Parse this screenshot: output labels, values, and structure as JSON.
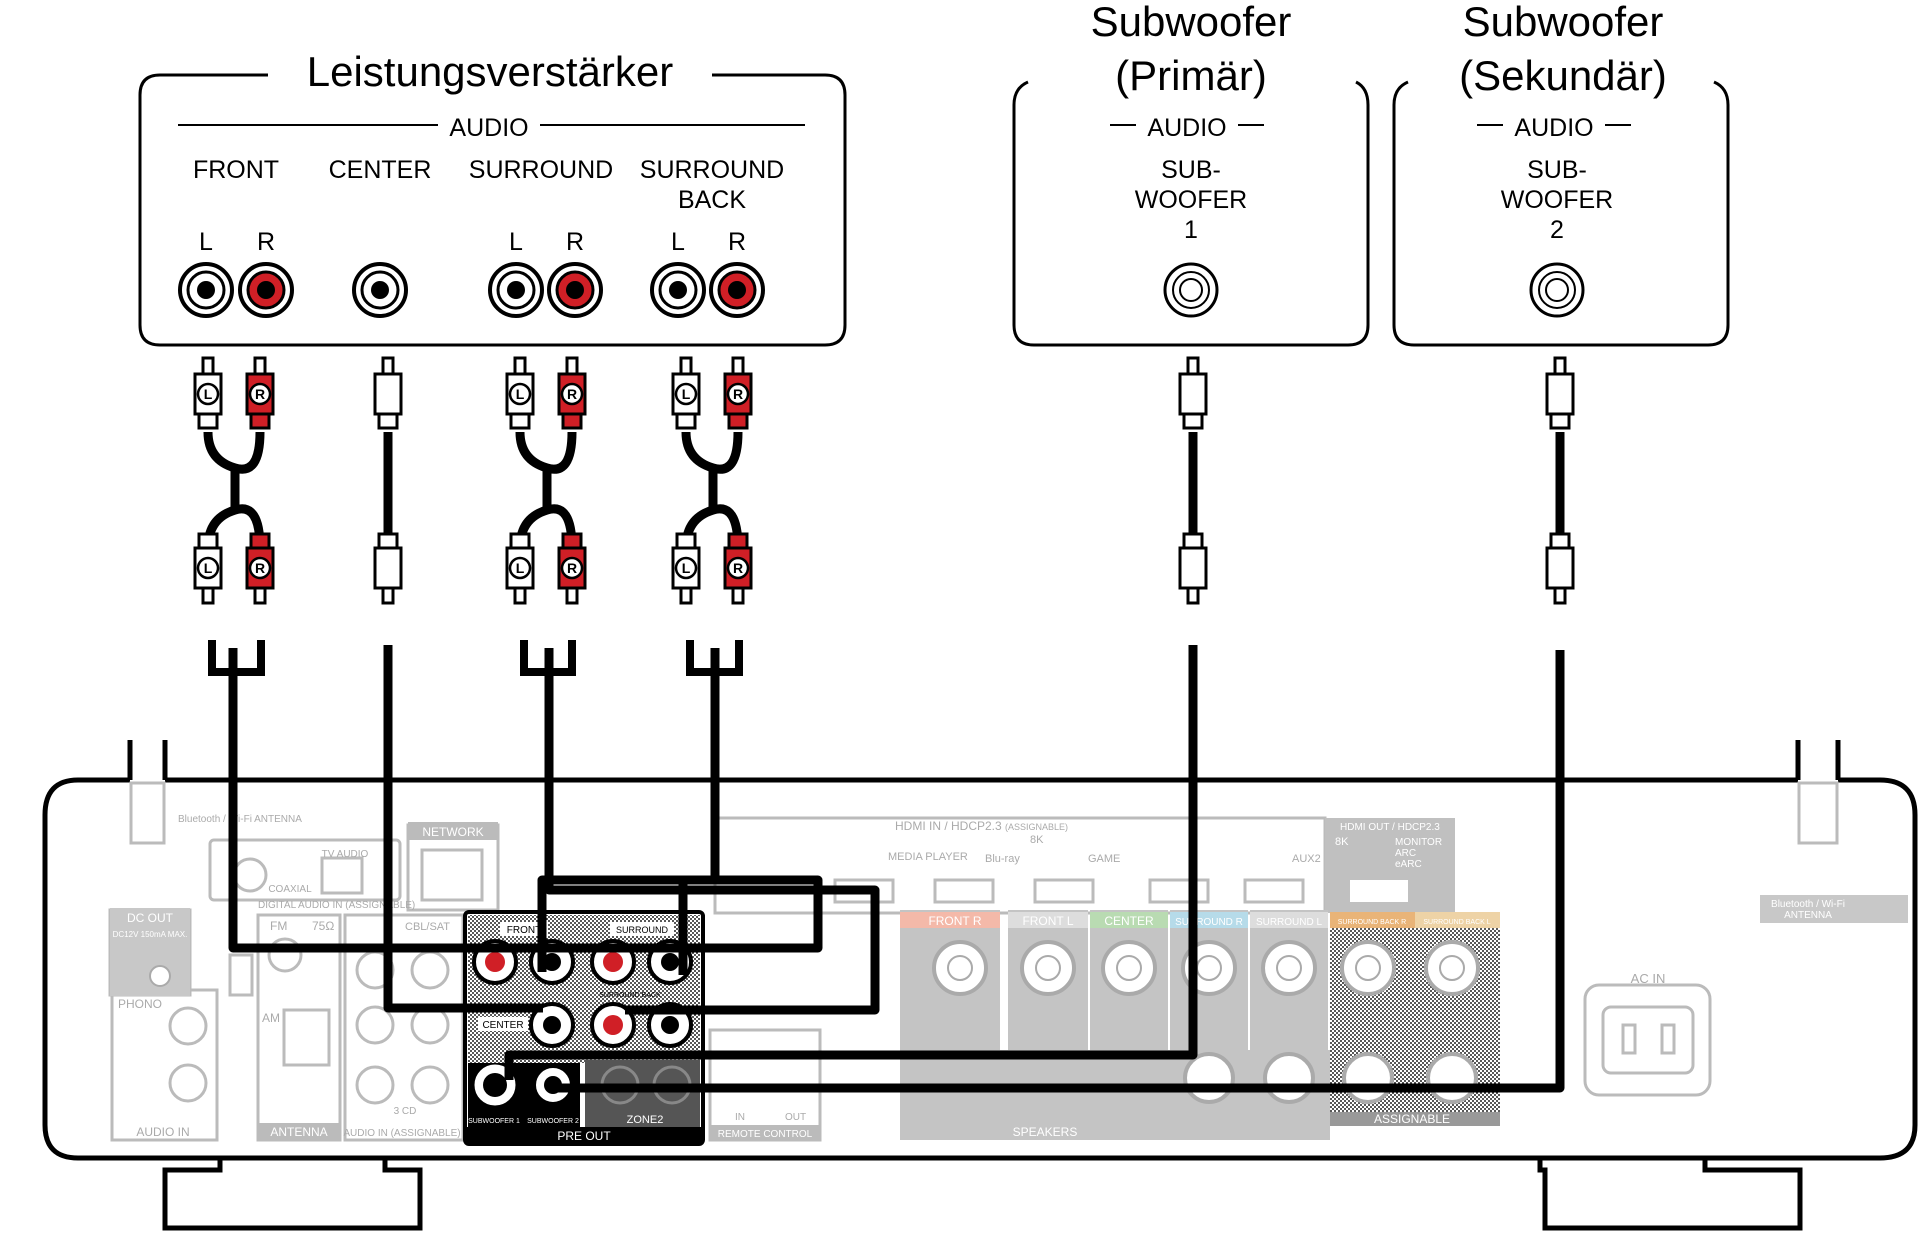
{
  "amplifier": {
    "title": "Leistungsverstärker",
    "section": "AUDIO",
    "channels": [
      {
        "name": "FRONT",
        "left": "L",
        "right": "R"
      },
      {
        "name": "CENTER"
      },
      {
        "name": "SURROUND",
        "left": "L",
        "right": "R"
      },
      {
        "name_line1": "SURROUND",
        "name_line2": "BACK",
        "left": "L",
        "right": "R"
      }
    ]
  },
  "subwoofer_primary": {
    "title_line1": "Subwoofer",
    "title_line2": "(Primär)",
    "section": "AUDIO",
    "jack_line1": "SUB-",
    "jack_line2": "WOOFER",
    "jack_line3": "1"
  },
  "subwoofer_secondary": {
    "title_line1": "Subwoofer",
    "title_line2": "(Sekundär)",
    "section": "AUDIO",
    "jack_line1": "SUB-",
    "jack_line2": "WOOFER",
    "jack_line3": "2"
  },
  "plugs": {
    "left": "L",
    "right": "R"
  },
  "receiver": {
    "bluetooth_left": "Bluetooth / Wi-Fi ANTENNA",
    "bluetooth_right_line1": "Bluetooth / Wi-Fi",
    "bluetooth_right_line2": "ANTENNA",
    "dc_out": "DC OUT",
    "dc_spec": "DC12V 150mA MAX.",
    "phono": "PHONO",
    "audio_in": "AUDIO IN",
    "coaxial": "COAXIAL",
    "tv_audio": "TV AUDIO",
    "digital_audio_in": "DIGITAL AUDIO IN (ASSIGNABLE)",
    "network": "NETWORK",
    "fm": "FM",
    "fm_ohm": "75Ω",
    "am": "AM",
    "antenna": "ANTENNA",
    "cbl_sat": "CBL/SAT",
    "cd": "3 CD",
    "audio_in_assignable": "AUDIO IN (ASSIGNABLE)",
    "hdmi_in": "HDMI IN / HDCP2.3",
    "assignable_tag": "(ASSIGNABLE)",
    "hdmi_out": "HDMI OUT / HDCP2.3",
    "eightk": "8K",
    "media_player": "MEDIA PLAYER",
    "bluray": "Blu-ray",
    "game": "GAME",
    "aux2": "AUX2",
    "monitor": "MONITOR",
    "arc": "ARC",
    "earc": "eARC",
    "preout_front": "FRONT",
    "preout_surround": "SURROUND",
    "preout_surround_back": "SURROUND BACK",
    "preout_center": "CENTER",
    "subwoofer1": "SUBWOOFER 1",
    "subwoofer2": "SUBWOOFER 2",
    "zone2": "ZONE2",
    "pre_out": "PRE OUT",
    "remote_in": "IN",
    "remote_out": "OUT",
    "remote_control": "REMOTE CONTROL",
    "spk_front_r": "FRONT R",
    "spk_front_l": "FRONT L",
    "spk_center": "CENTER",
    "spk_surround_r": "SURROUND R",
    "spk_surround_l": "SURROUND L",
    "spk_sb_r": "SURROUND BACK R",
    "spk_sb_l": "SURROUND BACK L",
    "speakers": "SPEAKERS",
    "assignable": "ASSIGNABLE",
    "ac_in": "AC IN"
  }
}
